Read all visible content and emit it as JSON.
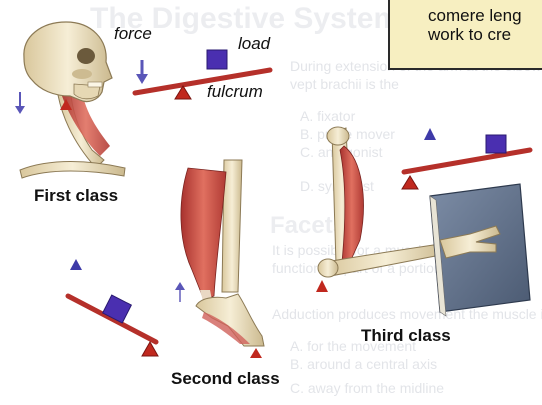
{
  "note_box": {
    "line1": "comere leng",
    "line2": "work to cre"
  },
  "labels": {
    "force": "force",
    "load": "load",
    "fulcrum": "fulcrum",
    "first_class": "First class",
    "second_class": "Second class",
    "third_class": "Third class"
  },
  "background_text": {
    "title": "The Digestive System",
    "lines": [
      "During extension of the arm at the elbow the",
      "vept brachii is the",
      "A.  fixator",
      "B.  prime mover",
      "C.  antagonist",
      "D.  synergist",
      "Facets",
      "It is possible for a muscle to even",
      "function as part of a portion of the bone",
      "Adduction produces movement the muscle is the",
      "A.  for the movement",
      "B.  around a central axis",
      "C.  away from the midline"
    ]
  },
  "colors": {
    "lever": "#b5302a",
    "fulcrum": "#c0281e",
    "load": "#4a2fb0",
    "force_arrow": "#5a56b8",
    "note_bg": "#f7efc1",
    "muscle": "#c9504a",
    "bone": "#efe3c2"
  }
}
